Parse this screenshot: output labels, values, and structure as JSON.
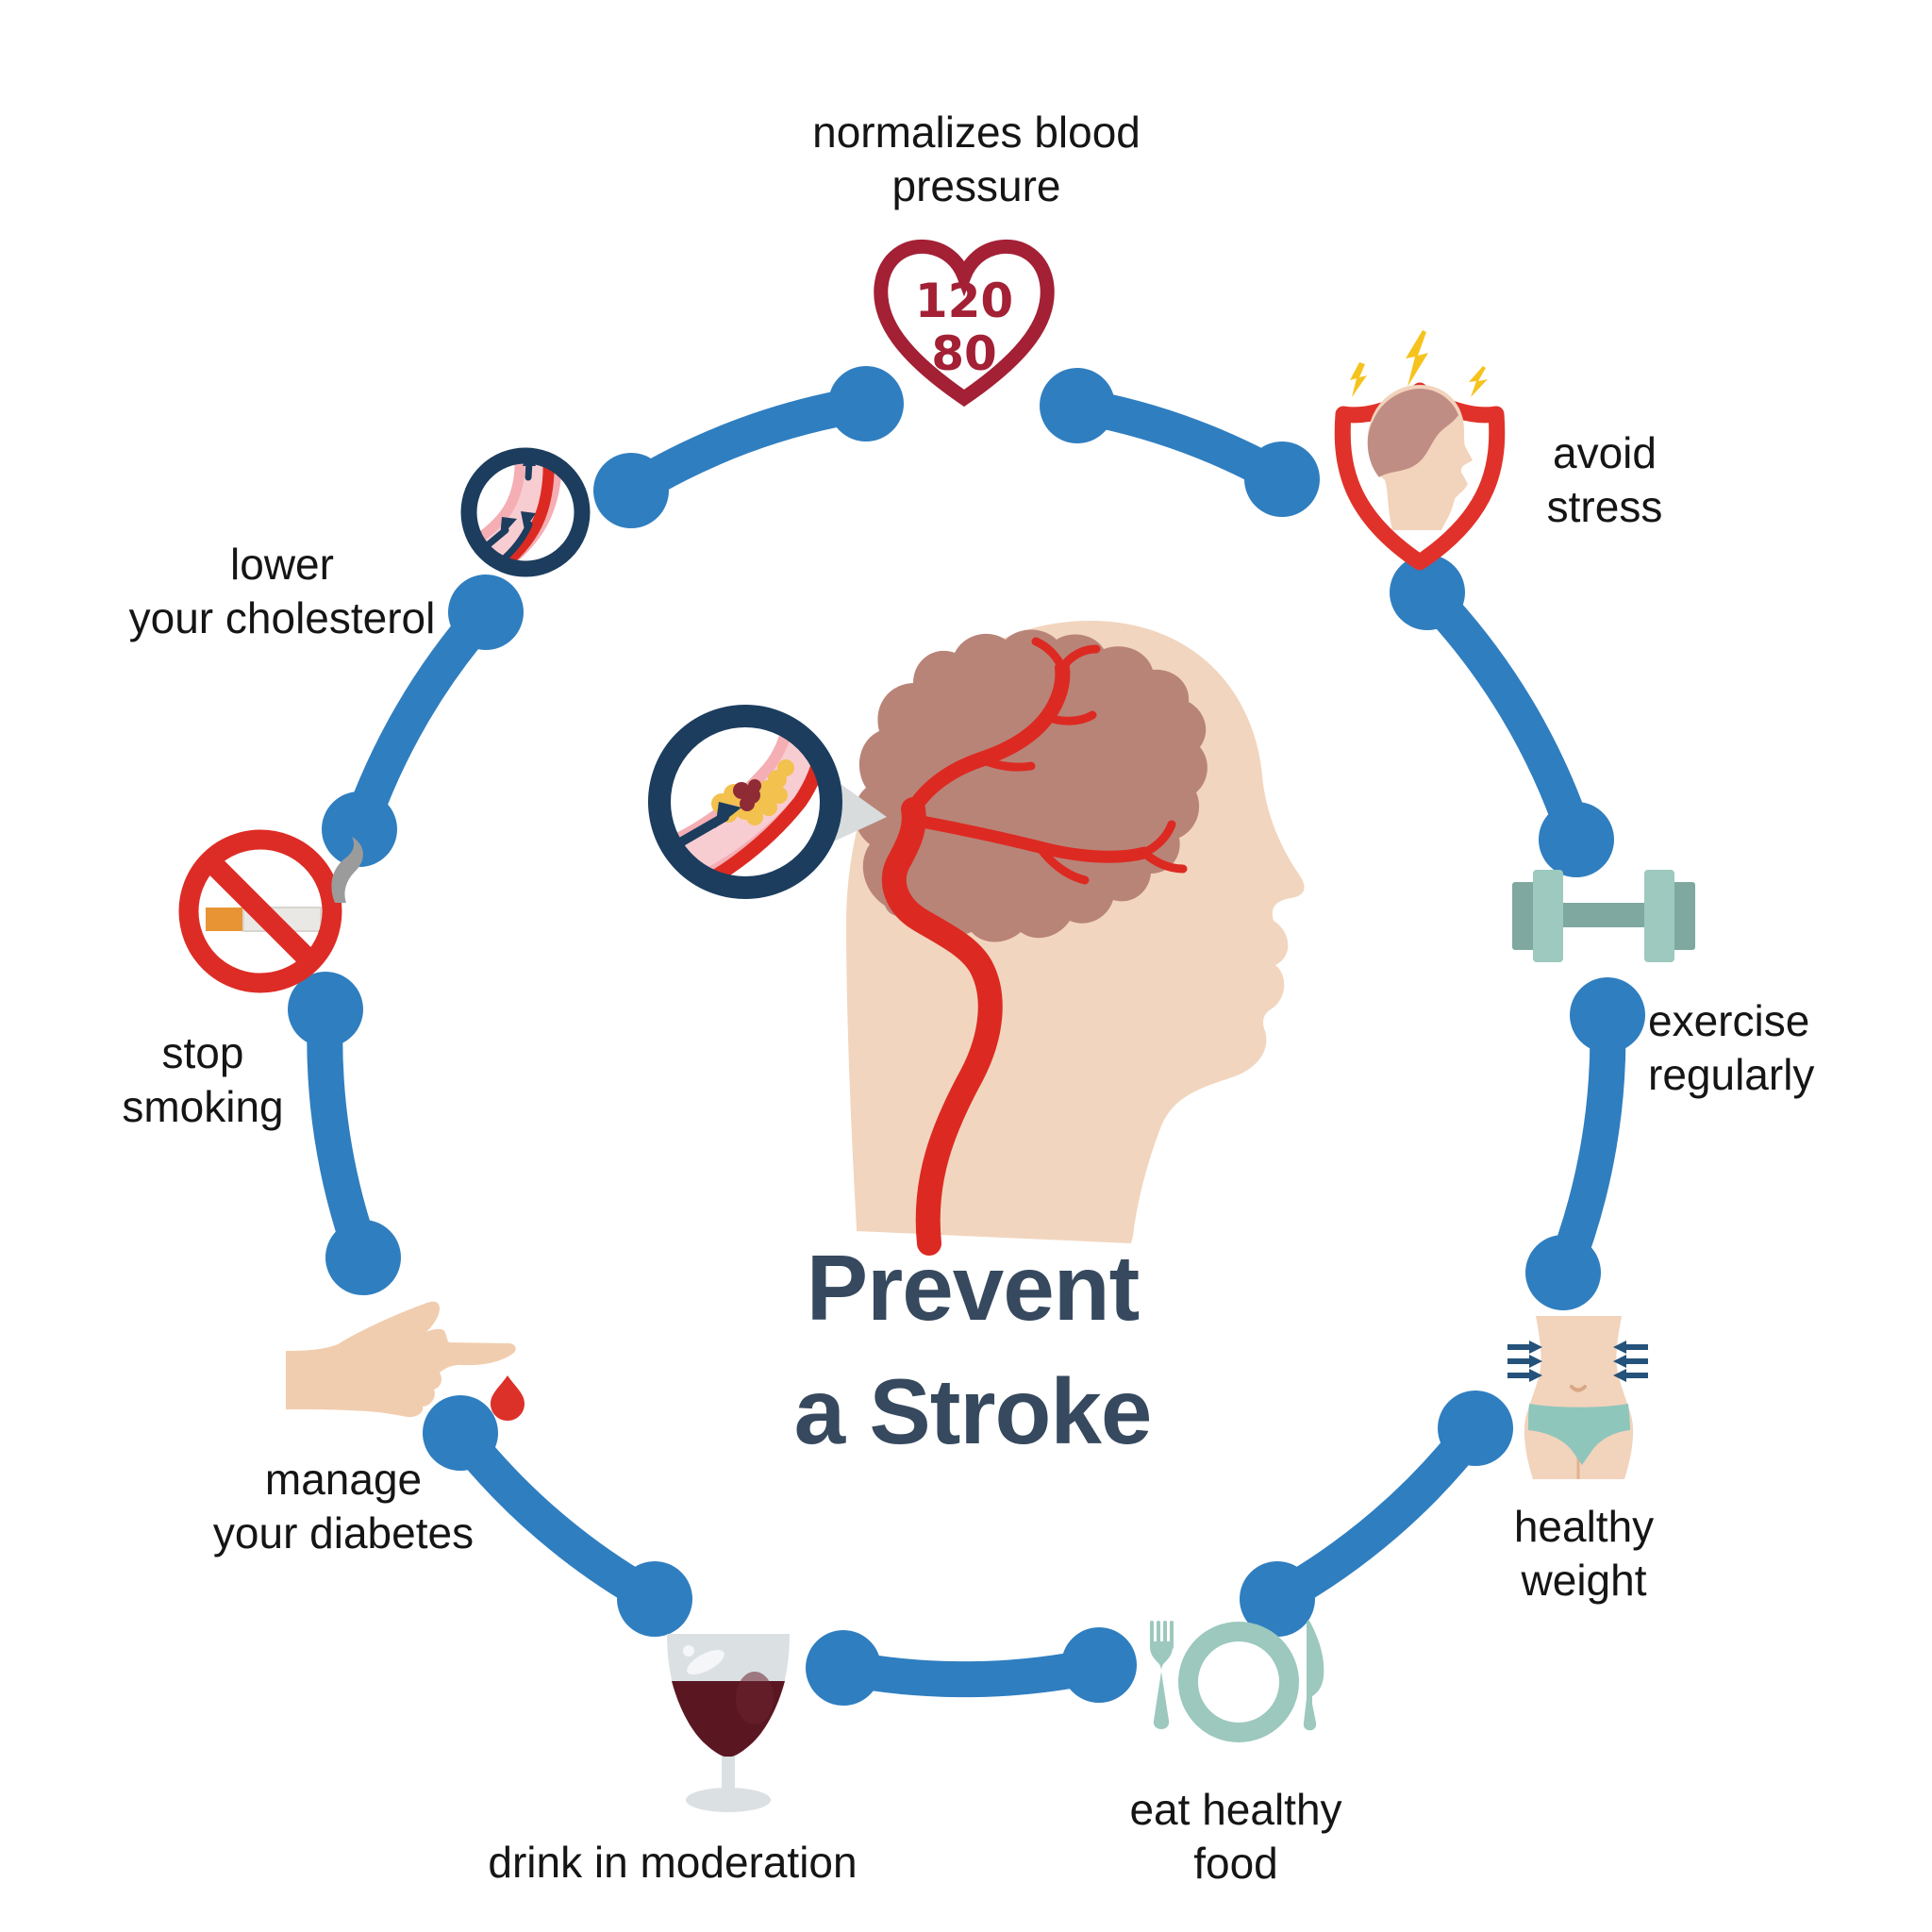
{
  "title": {
    "line1": "Prevent",
    "line2": "a Stroke"
  },
  "items": [
    {
      "id": "blood-pressure",
      "line1": "normalizes blood",
      "line2": "pressure",
      "icon": "heart-blood-pressure-icon",
      "systolic": "120",
      "diastolic": "80"
    },
    {
      "id": "avoid-stress",
      "line1": "avoid",
      "line2": "stress",
      "icon": "stress-shield-icon"
    },
    {
      "id": "exercise",
      "line1": "exercise",
      "line2": "regularly",
      "icon": "dumbbell-icon"
    },
    {
      "id": "healthy-weight",
      "line1": "healthy",
      "line2": "weight",
      "icon": "slim-waist-icon"
    },
    {
      "id": "eat-healthy",
      "line1": "eat healthy",
      "line2": "food",
      "icon": "plate-cutlery-icon"
    },
    {
      "id": "drink-moderation",
      "line1": "drink in moderation",
      "line2": "",
      "icon": "wine-glass-icon"
    },
    {
      "id": "manage-diabetes",
      "line1": "manage",
      "line2": "your diabetes",
      "icon": "hand-blood-drop-icon"
    },
    {
      "id": "stop-smoking",
      "line1": "stop",
      "line2": "smoking",
      "icon": "no-smoking-icon"
    },
    {
      "id": "lower-cholesterol",
      "line1": "lower",
      "line2": "your cholesterol",
      "icon": "clean-artery-icon"
    }
  ],
  "colors": {
    "arc_blue": "#2F7EC0",
    "navy": "#1C3D5E",
    "alert_red": "#E0322A",
    "heart_red": "#A32035",
    "artery_red": "#DC2A22",
    "wine_red": "#5A1722",
    "glass_gray": "#DBE0E3",
    "teal_light": "#9DC9BF",
    "teal_dark": "#7FA8A1",
    "panties_teal": "#8EC6BC",
    "skin": "#F2D5BE",
    "brain_mauve": "#B98478",
    "bolt_yellow": "#F6C31E",
    "plaque_yellow": "#F2C14E",
    "clot_dark_red": "#8E2B35",
    "smoke_gray": "#9B9B9B",
    "cig_orange": "#E89435",
    "title_navy": "#36495E"
  }
}
